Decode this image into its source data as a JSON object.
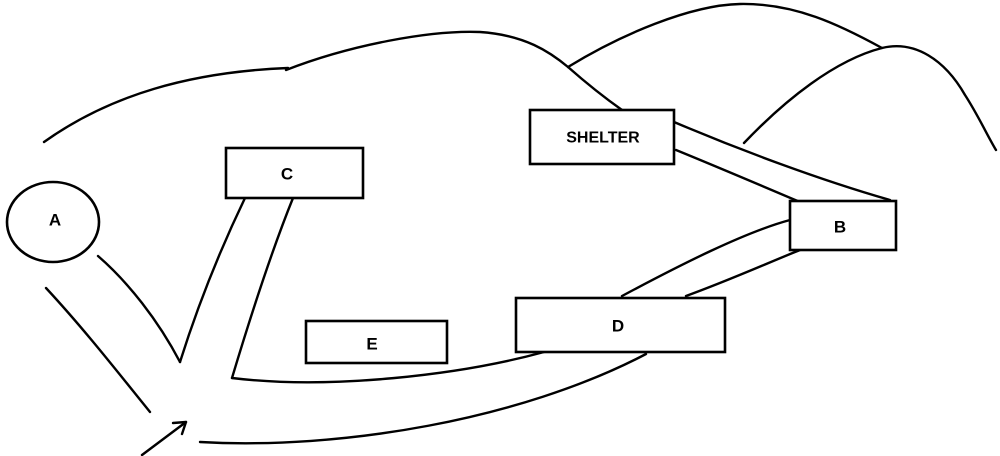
{
  "diagram": {
    "nodes": {
      "a": {
        "label": "A"
      },
      "b": {
        "label": "B"
      },
      "c": {
        "label": "C"
      },
      "d": {
        "label": "D"
      },
      "e": {
        "label": "E"
      },
      "shelter": {
        "label": "SHELTER"
      }
    }
  }
}
